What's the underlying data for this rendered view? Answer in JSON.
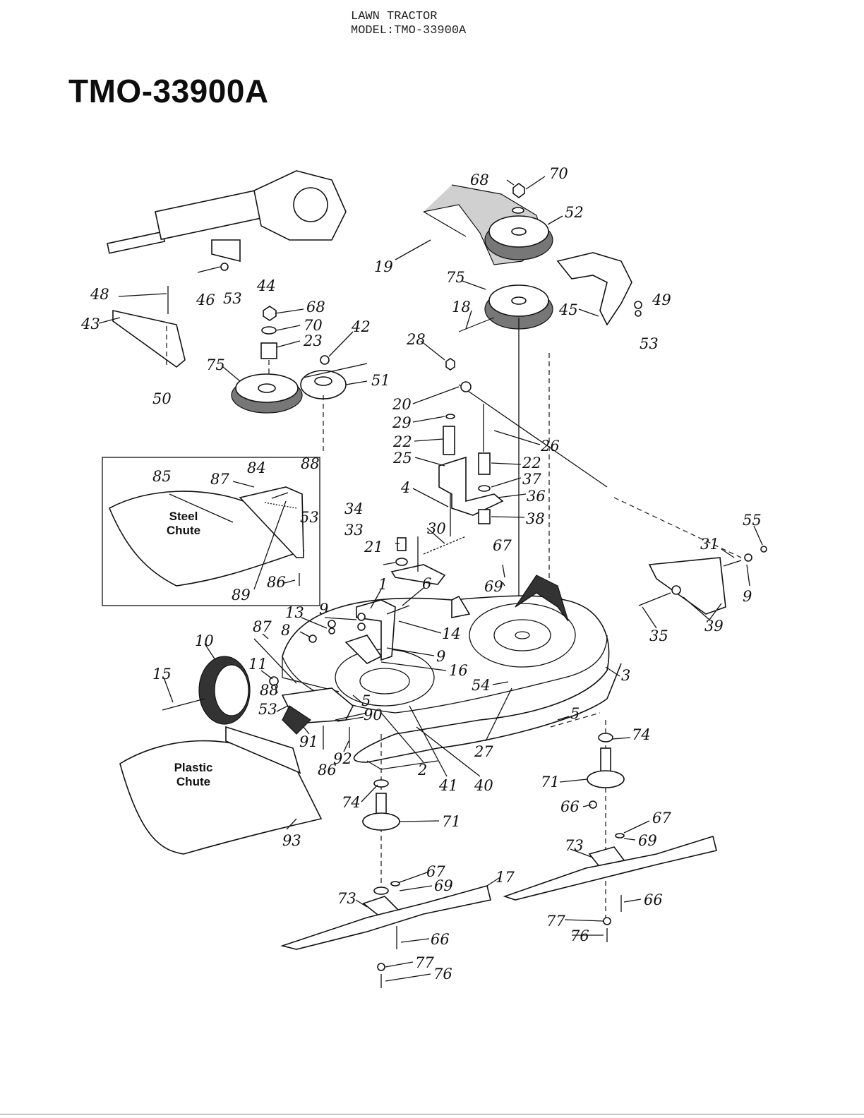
{
  "header": {
    "line1": "LAWN TRACTOR",
    "line2": "MODEL:TMO-33900A"
  },
  "model_title": "TMO-33900A",
  "inset_label": {
    "line1": "Steel",
    "line2": "Chute"
  },
  "chute_label": {
    "line1": "Plastic",
    "line2": "Chute"
  },
  "callouts": [
    "68",
    "70",
    "52",
    "19",
    "75",
    "18",
    "45",
    "49",
    "53",
    "28",
    "20",
    "29",
    "22",
    "26",
    "25",
    "22",
    "37",
    "36",
    "4",
    "38",
    "48",
    "43",
    "46",
    "53",
    "44",
    "50",
    "68",
    "70",
    "23",
    "42",
    "75",
    "51",
    "85",
    "87",
    "84",
    "88",
    "53",
    "86",
    "89",
    "34",
    "33",
    "21",
    "30",
    "1",
    "6",
    "9",
    "13",
    "8",
    "14",
    "9",
    "16",
    "67",
    "69",
    "55",
    "31",
    "9",
    "39",
    "35",
    "87",
    "10",
    "11",
    "15",
    "88",
    "53",
    "5",
    "90",
    "91",
    "86",
    "92",
    "93",
    "2",
    "41",
    "40",
    "54",
    "27",
    "3",
    "5",
    "74",
    "71",
    "66",
    "67",
    "69",
    "73",
    "17",
    "66",
    "77",
    "76",
    "74",
    "71",
    "67",
    "69",
    "73",
    "66",
    "77",
    "76"
  ]
}
